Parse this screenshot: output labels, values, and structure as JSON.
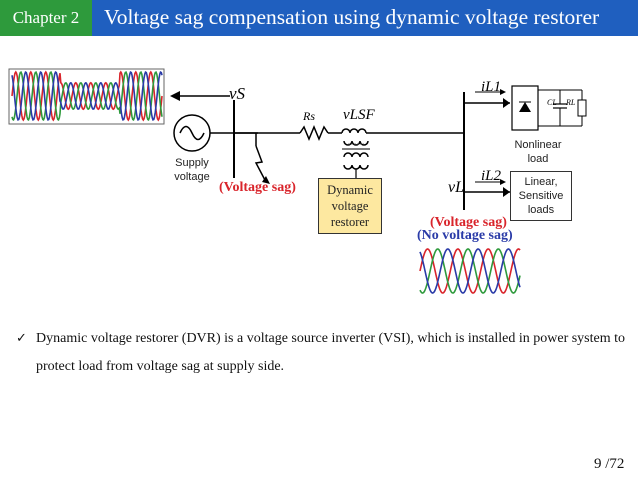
{
  "header": {
    "chapter": "Chapter 2",
    "title": "Voltage sag compensation using dynamic voltage restorer"
  },
  "diagram": {
    "supply_label_line1": "Supply",
    "supply_label_line2": "voltage",
    "vs_label": "vS",
    "rs_label": "Rs",
    "vsf_label": "vLSF",
    "sag_supply": "(Voltage sag)",
    "dvr_line1": "Dynamic",
    "dvr_line2": "voltage",
    "dvr_line3": "restorer",
    "sag_load": "(Voltage sag)",
    "no_sag": "(No voltage sag)",
    "il1_label": "iL1",
    "il2_label": "iL2",
    "vl_label": "vL",
    "nonlinear_line1": "Nonlinear",
    "nonlinear_line2": "load",
    "linear_line1": "Linear,",
    "linear_line2": "Sensitive",
    "linear_line3": "loads",
    "cl_label": "CL",
    "rl_label": "RL",
    "colors": {
      "phase_a": "#d9242b",
      "phase_b": "#2e9a3c",
      "phase_c": "#2a3ba8",
      "dvr_fill": "#fde8a0"
    }
  },
  "bullet": {
    "text": "Dynamic voltage restorer (DVR) is a voltage source inverter (VSI), which is installed in power system to protect load from voltage sag at supply side."
  },
  "footer": {
    "page": "9 /72"
  }
}
